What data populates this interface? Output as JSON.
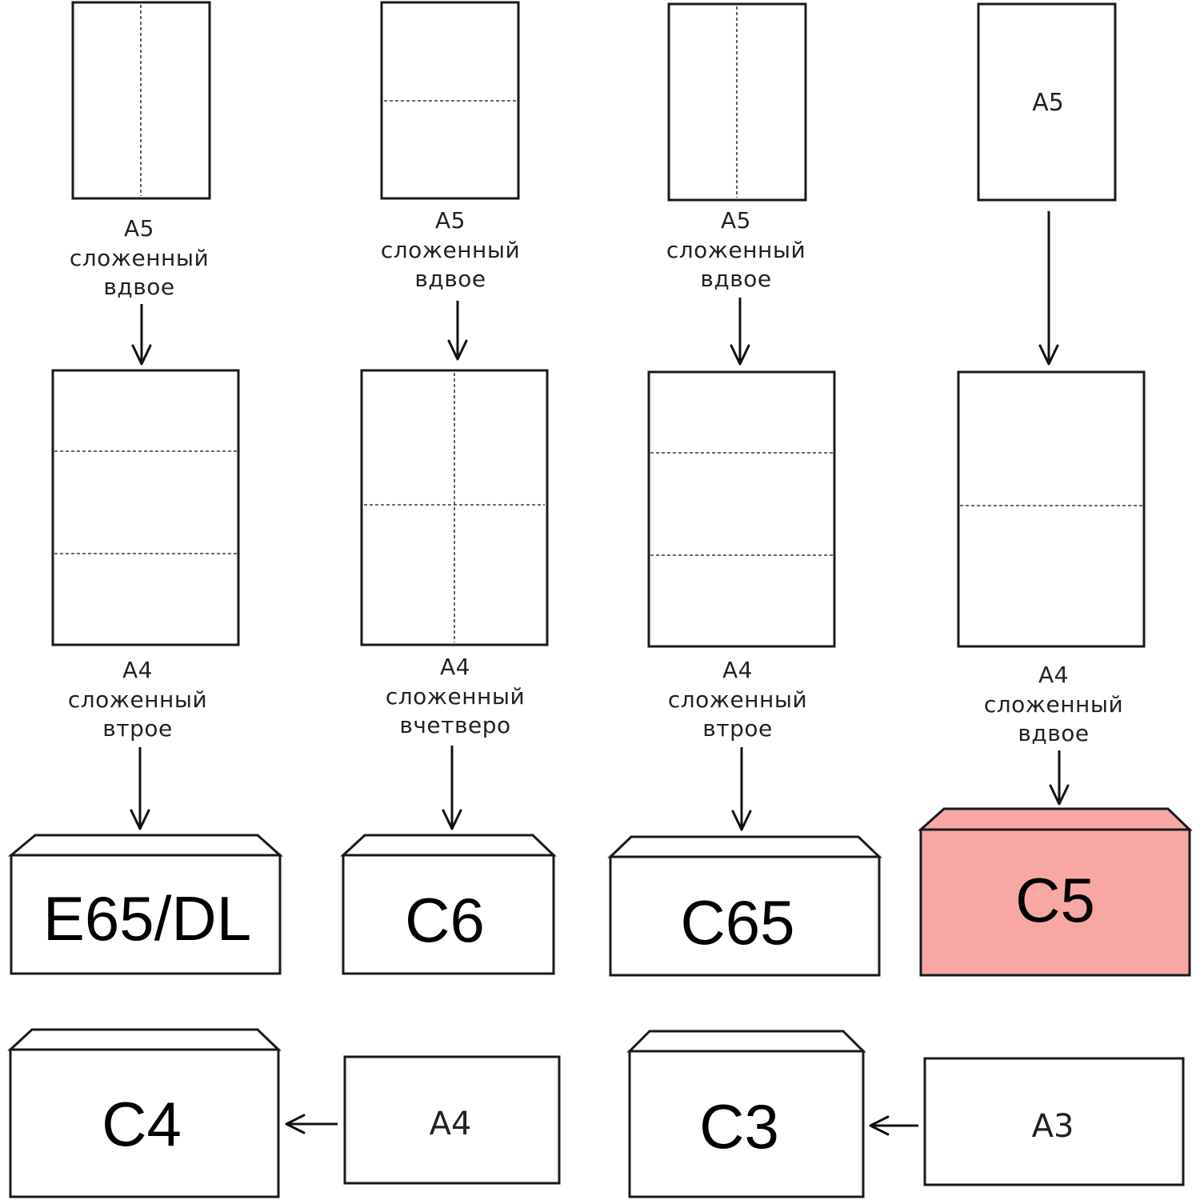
{
  "colors": {
    "highlight_fill": "#f8a8a4",
    "highlight_stroke": "#c9403a",
    "line": "#1a1a1a"
  },
  "columns": [
    {
      "a5_label": "A5",
      "a5_fold": "vertical",
      "a5_caption": [
        "A5",
        "сложенный",
        "вдвое"
      ],
      "a4_folds": "three-horizontal",
      "a4_caption": [
        "A4",
        "сложенный",
        "втрое"
      ],
      "envelope": "E65/DL",
      "highlighted": false
    },
    {
      "a5_fold": "horizontal",
      "a5_caption": [
        "A5",
        "сложенный",
        "вдвое"
      ],
      "a4_folds": "quarter",
      "a4_caption": [
        "A4",
        "сложенный",
        "вчетверо"
      ],
      "envelope": "C6",
      "highlighted": false
    },
    {
      "a5_fold": "vertical",
      "a5_caption": [
        "A5",
        "сложенный",
        "вдвое"
      ],
      "a4_folds": "three-horizontal",
      "a4_caption": [
        "A4",
        "сложенный",
        "втрое"
      ],
      "envelope": "C65",
      "highlighted": false
    },
    {
      "a5_sheet_label": "A5",
      "a5_fold": "none",
      "a4_folds": "half-horizontal",
      "a4_caption": [
        "A4",
        "сложенный",
        "вдвое"
      ],
      "envelope": "C5",
      "highlighted": true
    }
  ],
  "bottom_row": [
    {
      "envelope": "C4",
      "sheet": "A4"
    },
    {
      "envelope": "C3",
      "sheet": "A3"
    }
  ]
}
